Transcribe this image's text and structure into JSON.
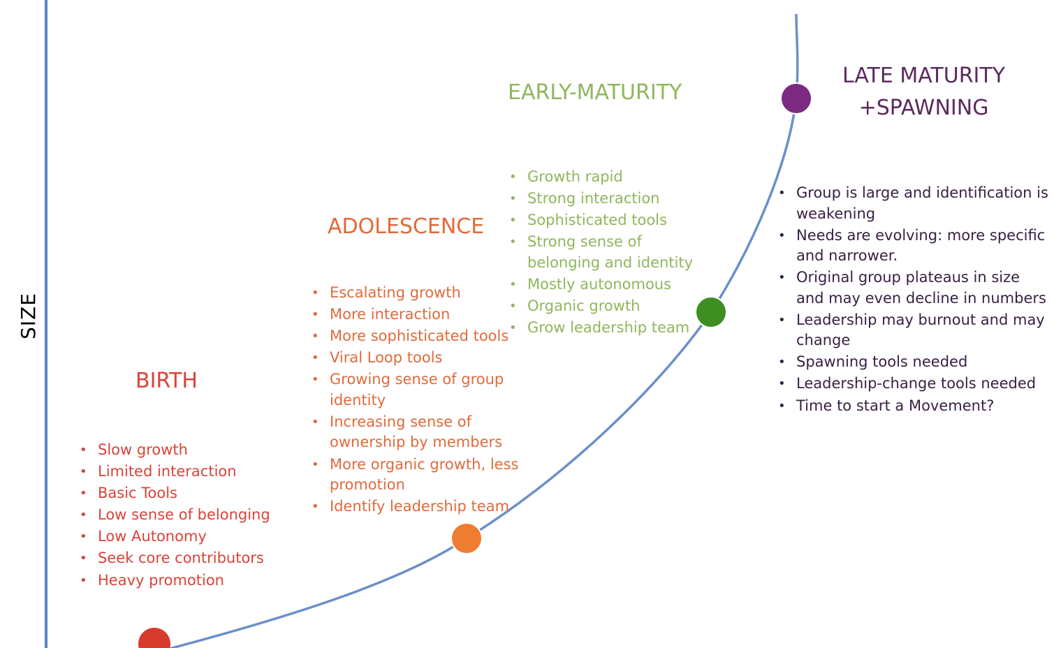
{
  "axis": {
    "y_label": "SIZE"
  },
  "colors": {
    "axis_line": "#5b84c4",
    "curve": "#5b84c4",
    "birth": "#d94339",
    "adolescence": "#e06a3a",
    "early_maturity": "#8fb65c",
    "late_maturity": "#5a2a5e",
    "marker_birth": "#d93a2e",
    "marker_adolescence": "#ee7d32",
    "marker_early": "#3e8e22",
    "marker_late": "#7d2a82"
  },
  "stages": {
    "birth": {
      "title": "BIRTH",
      "items": [
        "Slow growth",
        "Limited interaction",
        "Basic Tools",
        "Low sense of belonging",
        "Low Autonomy",
        "Seek core contributors",
        "Heavy promotion"
      ]
    },
    "adolescence": {
      "title": "ADOLESCENCE",
      "items": [
        "Escalating growth",
        "More interaction",
        "More sophisticated tools",
        "Viral Loop tools",
        "Growing sense of group identity",
        "Increasing sense of ownership by members",
        "More organic growth, less promotion",
        "Identify leadership team"
      ]
    },
    "early_maturity": {
      "title": "EARLY-MATURITY",
      "items": [
        "Growth rapid",
        "Strong interaction",
        "Sophisticated tools",
        "Strong sense of belonging and identity",
        "Mostly autonomous",
        "Organic growth",
        "Grow leadership team"
      ]
    },
    "late_maturity": {
      "title_line1": "LATE MATURITY",
      "title_line2": "+SPAWNING",
      "items": [
        "Group is large and identification is weakening",
        "Needs are evolving: more specific and narrower.",
        "Original group plateaus in size and may even decline in numbers",
        "Leadership may burnout and may change",
        "Spawning tools needed",
        "Leadership-change tools needed",
        "Time to start a Movement?"
      ]
    }
  }
}
